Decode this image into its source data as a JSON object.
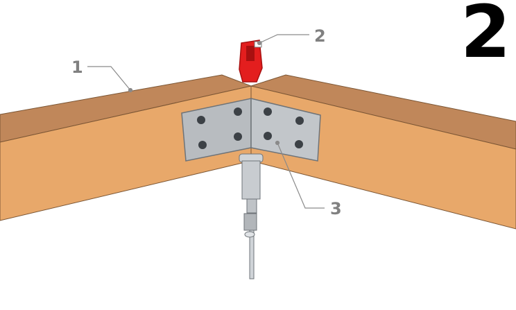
{
  "step_number": "2",
  "callouts": [
    {
      "label": "1",
      "part": "wooden-beam"
    },
    {
      "label": "2",
      "part": "red-clamp"
    },
    {
      "label": "3",
      "part": "metal-corner-bracket"
    }
  ],
  "colors": {
    "beam_top": "#C0875A",
    "beam_front": "#E8A86A",
    "beam_side": "#D99A60",
    "plate": "#B8BCC0",
    "plate_edge": "#6E7378",
    "screw": "#3C4146",
    "clamp": "#E31E1E",
    "clamp_dark": "#A81010",
    "drill": "#C8CCD0",
    "leader": "#8A8A8A",
    "callout_text": "#808080"
  }
}
